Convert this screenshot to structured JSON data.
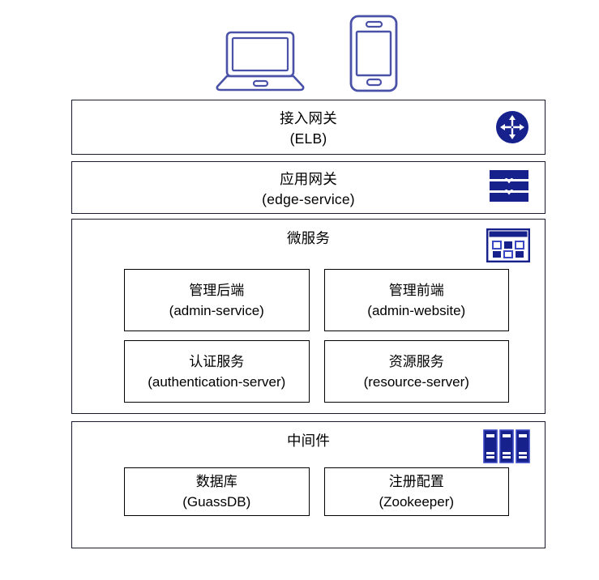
{
  "diagram": {
    "clients": [
      {
        "name": "laptop-device",
        "icon": "laptop-icon"
      },
      {
        "name": "phone-device",
        "icon": "smartphone-icon"
      }
    ],
    "layers": [
      {
        "id": "elb",
        "title_cn": "接入网关",
        "title_en": "(ELB)",
        "icon": "router-arrows-icon",
        "children": []
      },
      {
        "id": "edge",
        "title_cn": "应用网关",
        "title_en": "(edge-service)",
        "icon": "gateway-stack-icon",
        "children": []
      },
      {
        "id": "microservice",
        "title_cn": "微服务",
        "title_en": "",
        "icon": "microservice-grid-icon",
        "children": [
          {
            "title_cn": "管理后端",
            "title_en": "(admin-service)"
          },
          {
            "title_cn": "管理前端",
            "title_en": "(admin-website)"
          },
          {
            "title_cn": "认证服务",
            "title_en": "(authentication-server)"
          },
          {
            "title_cn": "资源服务",
            "title_en": "(resource-server)"
          }
        ]
      },
      {
        "id": "middleware",
        "title_cn": "中间件",
        "title_en": "",
        "icon": "server-rack-icon",
        "children": [
          {
            "title_cn": "数据库",
            "title_en": "(GuassDB)"
          },
          {
            "title_cn": "注册配置",
            "title_en": "(Zookeeper)"
          }
        ]
      }
    ],
    "colors": {
      "icon_navy": "#16218c",
      "device_blue": "#4a52a8",
      "box_border": "#1a1a2e",
      "card_border": "#000000",
      "background": "#ffffff"
    }
  }
}
